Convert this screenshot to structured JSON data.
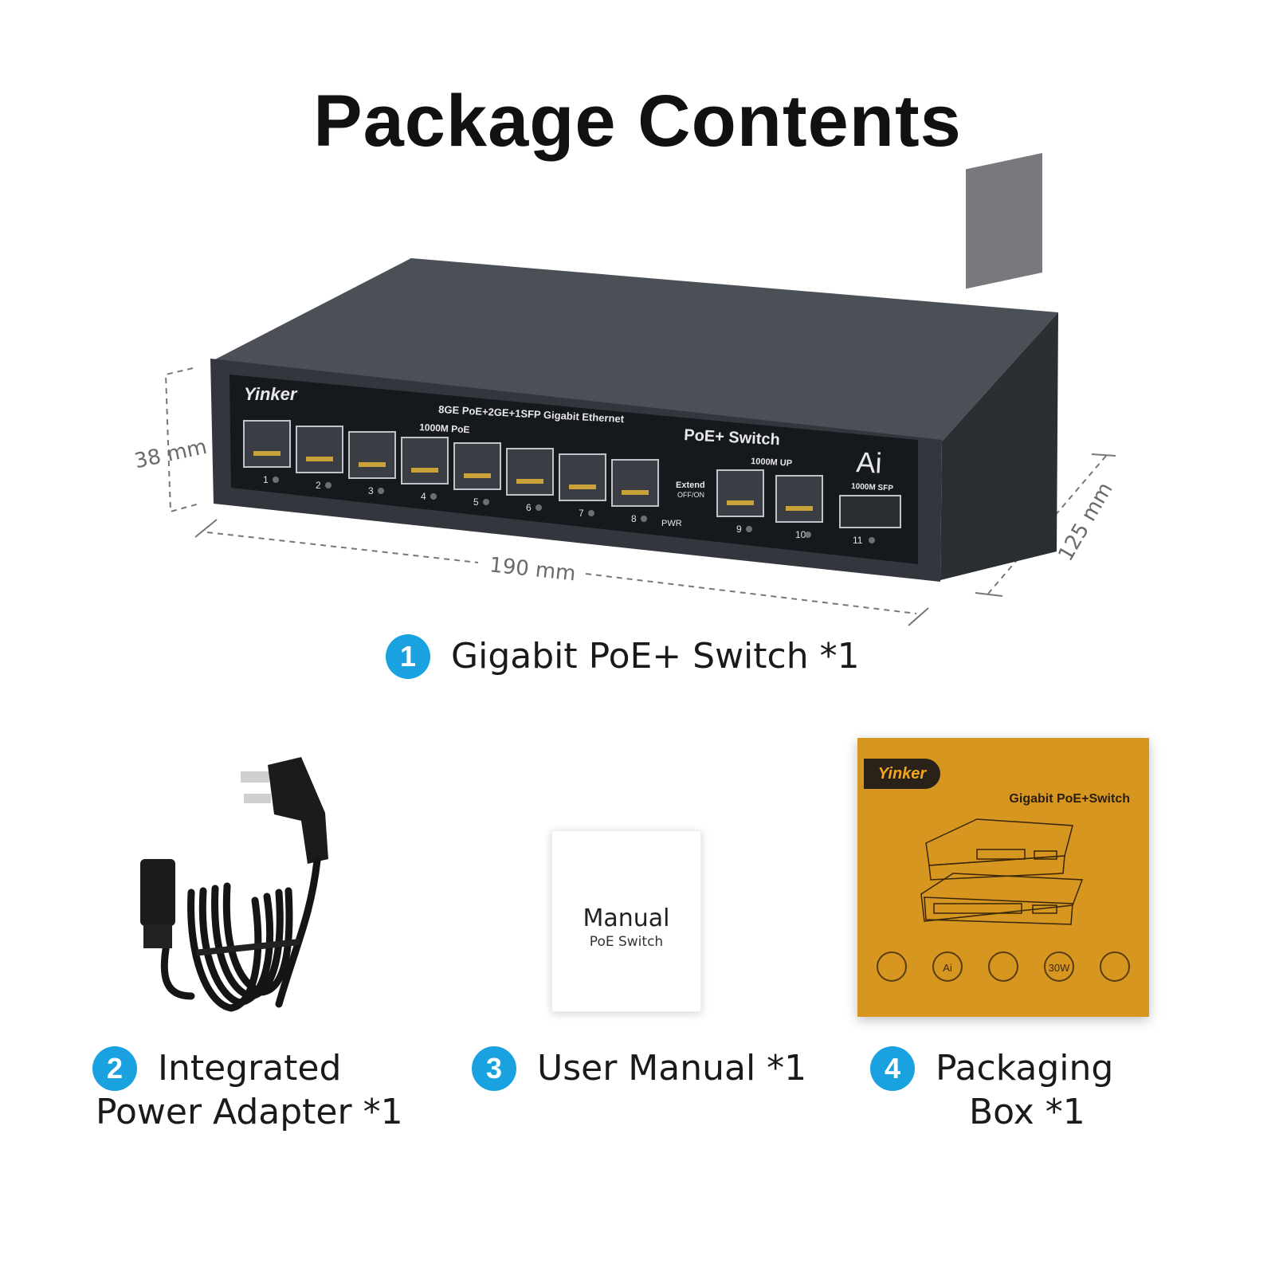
{
  "title": "Package Contents",
  "switch": {
    "brand": "Yinker",
    "headline": "8GE PoE+2GE+1SFP Gigabit Ethernet",
    "poe_group_label": "1000M PoE",
    "product_label": "PoE+ Switch",
    "ai_label": "Ai",
    "uplink_label": "1000M UP",
    "sfp_label": "1000M SFP",
    "extend_label": "Extend",
    "extend_state": "OFF/ON",
    "pwr_label": "PWR",
    "port_numbers": [
      "1",
      "2",
      "3",
      "4",
      "5",
      "6",
      "7",
      "8",
      "9",
      "10",
      "11"
    ]
  },
  "dimensions": {
    "height": "38 mm",
    "width": "190 mm",
    "depth": "125 mm"
  },
  "items": [
    {
      "number": "1",
      "label": "Gigabit PoE+ Switch *1"
    },
    {
      "number": "2",
      "label_line1": "Integrated",
      "label_line2": "Power Adapter *1"
    },
    {
      "number": "3",
      "label": "User Manual *1"
    },
    {
      "number": "4",
      "label_line1": "Packaging",
      "label_line2": "Box *1"
    }
  ],
  "manual": {
    "title": "Manual",
    "subtitle": "PoE Switch"
  },
  "box": {
    "brand": "Yinker",
    "title": "Gigabit PoE+Switch",
    "icons": [
      "shield-icon",
      "ai-icon",
      "chip-icon",
      "30w-icon",
      "network-icon"
    ],
    "icon_texts": [
      "",
      "Ai",
      "",
      "30W",
      ""
    ]
  },
  "colors": {
    "badge": "#1aa2e0",
    "switch_body": "#2e3238",
    "box": "#d7961f"
  }
}
